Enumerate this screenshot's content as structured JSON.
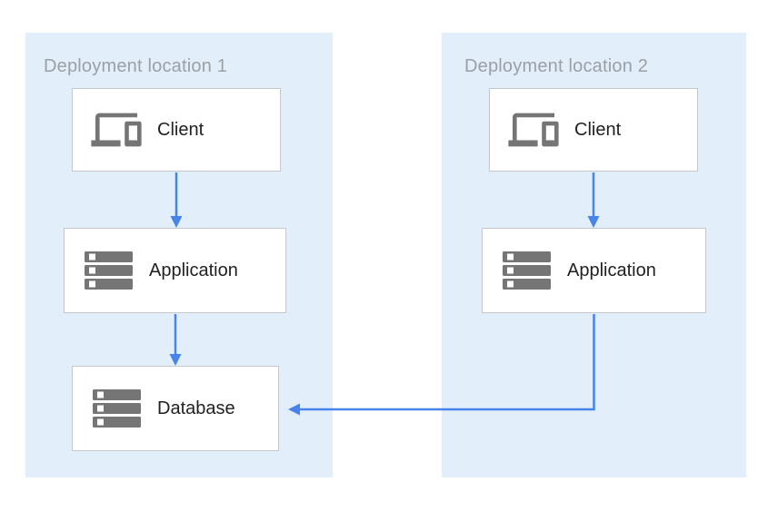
{
  "diagram": {
    "type": "architecture-diagram",
    "regions": [
      {
        "id": "deployment-location-1",
        "label": "Deployment location 1",
        "nodes": [
          {
            "id": "client-1",
            "label": "Client",
            "icon": "devices-icon"
          },
          {
            "id": "application-1",
            "label": "Application",
            "icon": "server-stack-icon"
          },
          {
            "id": "database-1",
            "label": "Database",
            "icon": "server-stack-icon"
          }
        ]
      },
      {
        "id": "deployment-location-2",
        "label": "Deployment location 2",
        "nodes": [
          {
            "id": "client-2",
            "label": "Client",
            "icon": "devices-icon"
          },
          {
            "id": "application-2",
            "label": "Application",
            "icon": "server-stack-icon"
          }
        ]
      }
    ],
    "edges": [
      {
        "from": "client-1",
        "to": "application-1",
        "style": "straight-down-arrow"
      },
      {
        "from": "application-1",
        "to": "database-1",
        "style": "straight-down-arrow"
      },
      {
        "from": "client-2",
        "to": "application-2",
        "style": "straight-down-arrow"
      },
      {
        "from": "application-2",
        "to": "database-1",
        "style": "elbow-down-then-left-arrow"
      }
    ],
    "colors": {
      "region_background": "#e3eefb",
      "node_background": "#ffffff",
      "node_border": "#c5c8cb",
      "icon": "#757575",
      "node_label": "#212121",
      "region_label": "#9aa0a6",
      "arrow": "#4683ea"
    }
  }
}
